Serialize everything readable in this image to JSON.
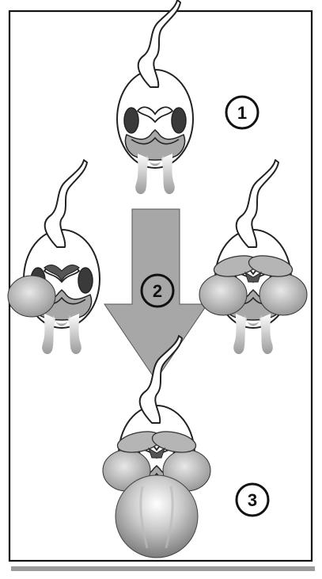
{
  "steps": [
    {
      "number": "1"
    },
    {
      "number": "2"
    },
    {
      "number": "3"
    }
  ],
  "colors": {
    "frame": "#111111",
    "arrow_fill": "#a7a7a7",
    "bottom_bar": "#9a9a9a",
    "head_outline": "#222222",
    "eye": "#3a3a3a",
    "beak_gray": "#9c9c9c",
    "wattle_light": "#f4f4f4",
    "wattle_dark": "#8a8a8a"
  },
  "icons": [
    "chicken-head",
    "down-arrow",
    "number-circle"
  ]
}
